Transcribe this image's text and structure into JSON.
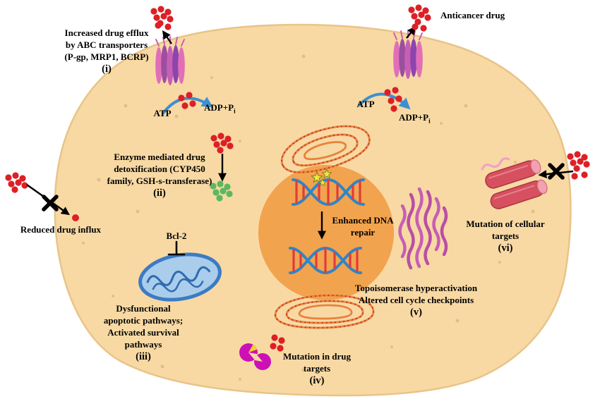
{
  "labels": {
    "anticancer_drug": "Anticancer drug",
    "atp": "ATP",
    "adp": "ADP+P",
    "adp_subscript": "i",
    "bcl2": "Bcl-2",
    "reduced_influx": "Reduced drug influx",
    "efflux": {
      "line1": "Increased drug efflux",
      "line2": "by ABC transporters",
      "line3": "(P-gp, MRP1, BCRP)",
      "numeral": "(i)"
    },
    "detox": {
      "line1": "Enzyme mediated drug",
      "line2": "detoxification (CYP450",
      "line3": "family, GSH-s-transferase)",
      "numeral": "(ii)"
    },
    "apoptosis": {
      "line1": "Dysfunctional",
      "line2": "apoptotic pathways;",
      "line3": "Activated survival",
      "line4": "pathways",
      "numeral": "(iii)"
    },
    "drug_target_mutation": {
      "line1": "Mutation in drug",
      "line2": "targets",
      "numeral": "(iv)"
    },
    "topoisomerase": {
      "line1": "Topoisomerase hyperactivation",
      "line2": "Altered cell cycle checkpoints",
      "numeral": "(v)"
    },
    "cellular_target_mutation": {
      "line1": "Mutation of cellular",
      "line2": "targets",
      "numeral": "(vi)"
    },
    "dna_repair": {
      "line1": "Enhanced DNA",
      "line2": "repair"
    }
  },
  "colors": {
    "cell_fill": "#F8D9A4",
    "cell_border": "#E8C488",
    "nucleus": "#F2A34E",
    "drug_red": "#DD1F26",
    "metabolite_green": "#5BB85F",
    "transporter_pink": "#E06FB8",
    "transporter_purple": "#8E44AD",
    "atp_arrow_blue": "#3E8FD0",
    "mitochondria_outline": "#3B7BC4",
    "mitochondria_fill": "#A9CDEB",
    "er_orange": "#E8823C",
    "topoisomerase_magenta": "#C75FB5",
    "pacman_magenta": "#CC10B6",
    "tube_red": "#D6505F",
    "star_yellow": "#F2E73B",
    "dna_strand_blue": "#2E86C8",
    "dna_rung_red": "#E23B3B",
    "text": "#000000"
  }
}
